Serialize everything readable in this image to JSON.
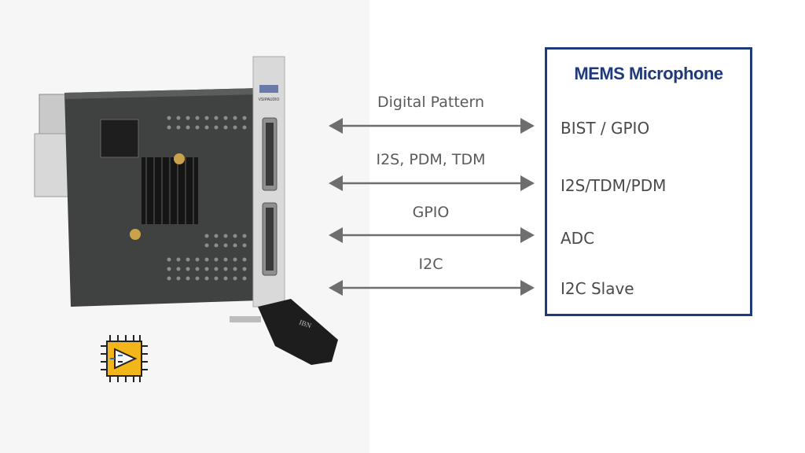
{
  "module": {
    "title": "MEMS Microphone",
    "ports": [
      "BIST / GPIO",
      "I2S/TDM/PDM",
      "ADC",
      "I2C Slave"
    ]
  },
  "links": [
    {
      "signal": "Digital Pattern"
    },
    {
      "signal": "I2S, PDM, TDM"
    },
    {
      "signal": "GPIO"
    },
    {
      "signal": "I2C"
    }
  ],
  "board": {
    "faceplate_text": "VSIPAUDIO",
    "handle_text": "IBN"
  },
  "colors": {
    "module_border": "#1f3a7a",
    "arrow": "#6e6e6e",
    "icon_yellow": "#f2b61b"
  },
  "icons": {
    "board": "pxi-card-image",
    "labview": "labview-chip-icon"
  }
}
